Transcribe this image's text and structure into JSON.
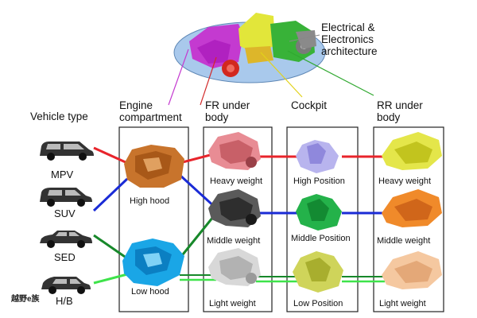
{
  "top_caption": "Electrical & Electronics architecture",
  "vehicle_type_header": "Vehicle type",
  "vehicles": [
    "MPV",
    "SUV",
    "SED",
    "H/B"
  ],
  "columns": [
    {
      "header": "Engine compartment",
      "items": [
        "High hood",
        "Low hood"
      ]
    },
    {
      "header": "FR under body",
      "items": [
        "Heavy weight",
        "Middle weight",
        "Light weight"
      ]
    },
    {
      "header": "Cockpit",
      "items": [
        "High Position",
        "Middle Position",
        "Low Position"
      ]
    },
    {
      "header": "RR under body",
      "items": [
        "Heavy weight",
        "Middle weight",
        "Light weight"
      ]
    }
  ],
  "link_colors": {
    "red": "#e8242b",
    "blue": "#1a2bd6",
    "dark_green": "#17882a",
    "light_green": "#3ee34a"
  },
  "watermark": "越野e族"
}
